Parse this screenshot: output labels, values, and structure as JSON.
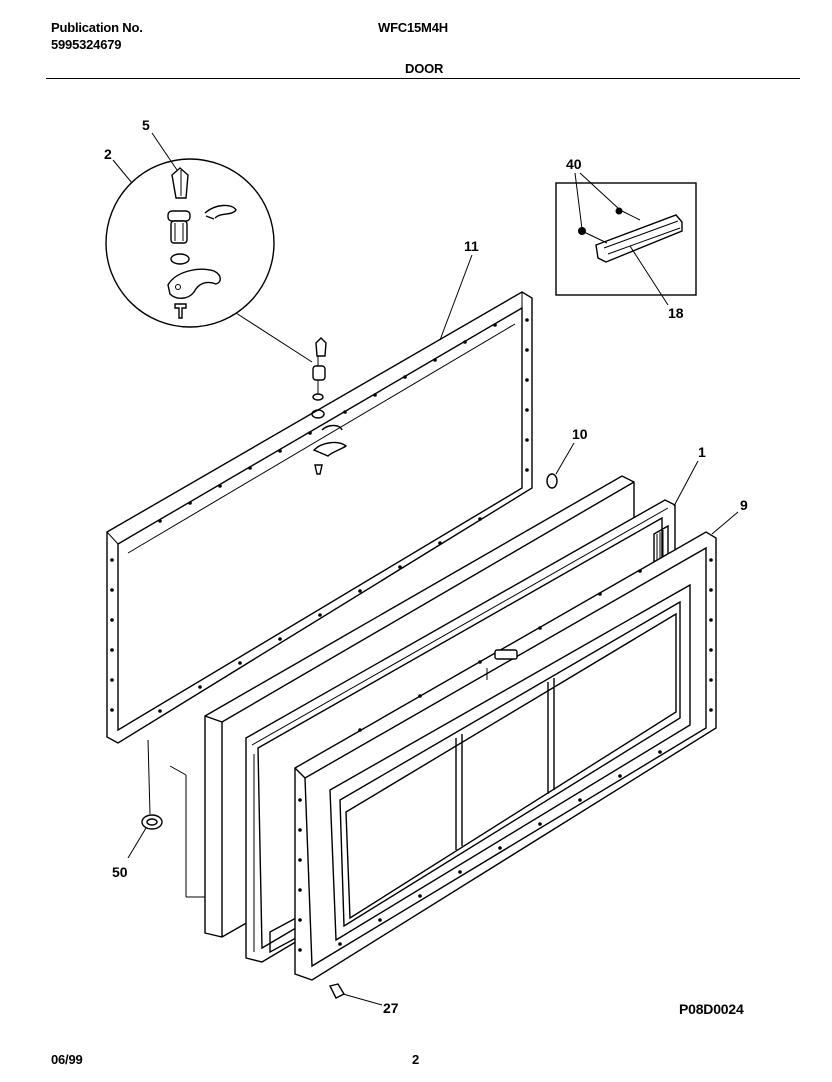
{
  "header": {
    "publication_label": "Publication No.",
    "publication_number": "5995324679",
    "model": "WFC15M4H",
    "section": "DOOR"
  },
  "callouts": {
    "c1": "1",
    "c2": "2",
    "c5": "5",
    "c9": "9",
    "c10": "10",
    "c11": "11",
    "c18": "18",
    "c27": "27",
    "c40": "40",
    "c50": "50"
  },
  "footer": {
    "date": "06/99",
    "page": "2",
    "drawing_code": "P08D0024"
  }
}
